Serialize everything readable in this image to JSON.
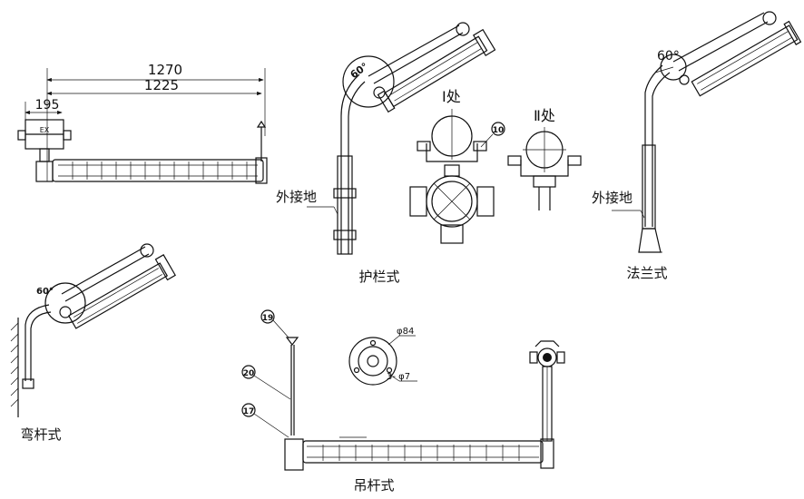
{
  "dimensions": {
    "overall": "1270",
    "span": "1225",
    "bracket": "195"
  },
  "box_label": "EX",
  "angles": {
    "railing": "60°",
    "flange": "60°",
    "bent": "60°"
  },
  "detail_labels": {
    "detail_1": "Ⅰ处",
    "detail_2": "Ⅱ处"
  },
  "ground_label": "外接地",
  "callouts": {
    "part_10": "10",
    "part_19": "19",
    "part_20": "20",
    "part_17": "17"
  },
  "flange_dims": {
    "diameter": "φ84",
    "holes": "3- φ7"
  },
  "captions": {
    "railing": "护栏式",
    "flange": "法兰式",
    "bent": "弯杆式",
    "pendant": "吊杆式"
  }
}
